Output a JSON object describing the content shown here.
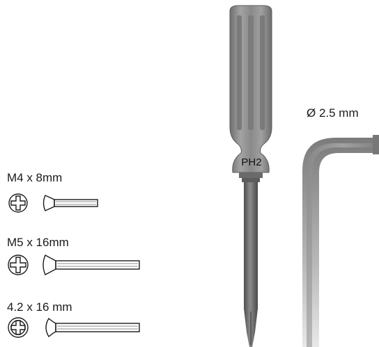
{
  "screws": [
    {
      "label": "M4 x 8mm",
      "head": "phillips"
    },
    {
      "label": "M5 x 16mm",
      "head": "phillips"
    },
    {
      "label": "4.2 x 16 mm",
      "head": "phillips-washer"
    }
  ],
  "screwdriver": {
    "label": "PH2"
  },
  "hex_key": {
    "label": "Ø 2.5 mm"
  },
  "colors": {
    "handle": "#8a8a8a",
    "shaft": "#6e6e6e",
    "hex_key": "#9b9b9b",
    "line": "#1a1a1a"
  }
}
